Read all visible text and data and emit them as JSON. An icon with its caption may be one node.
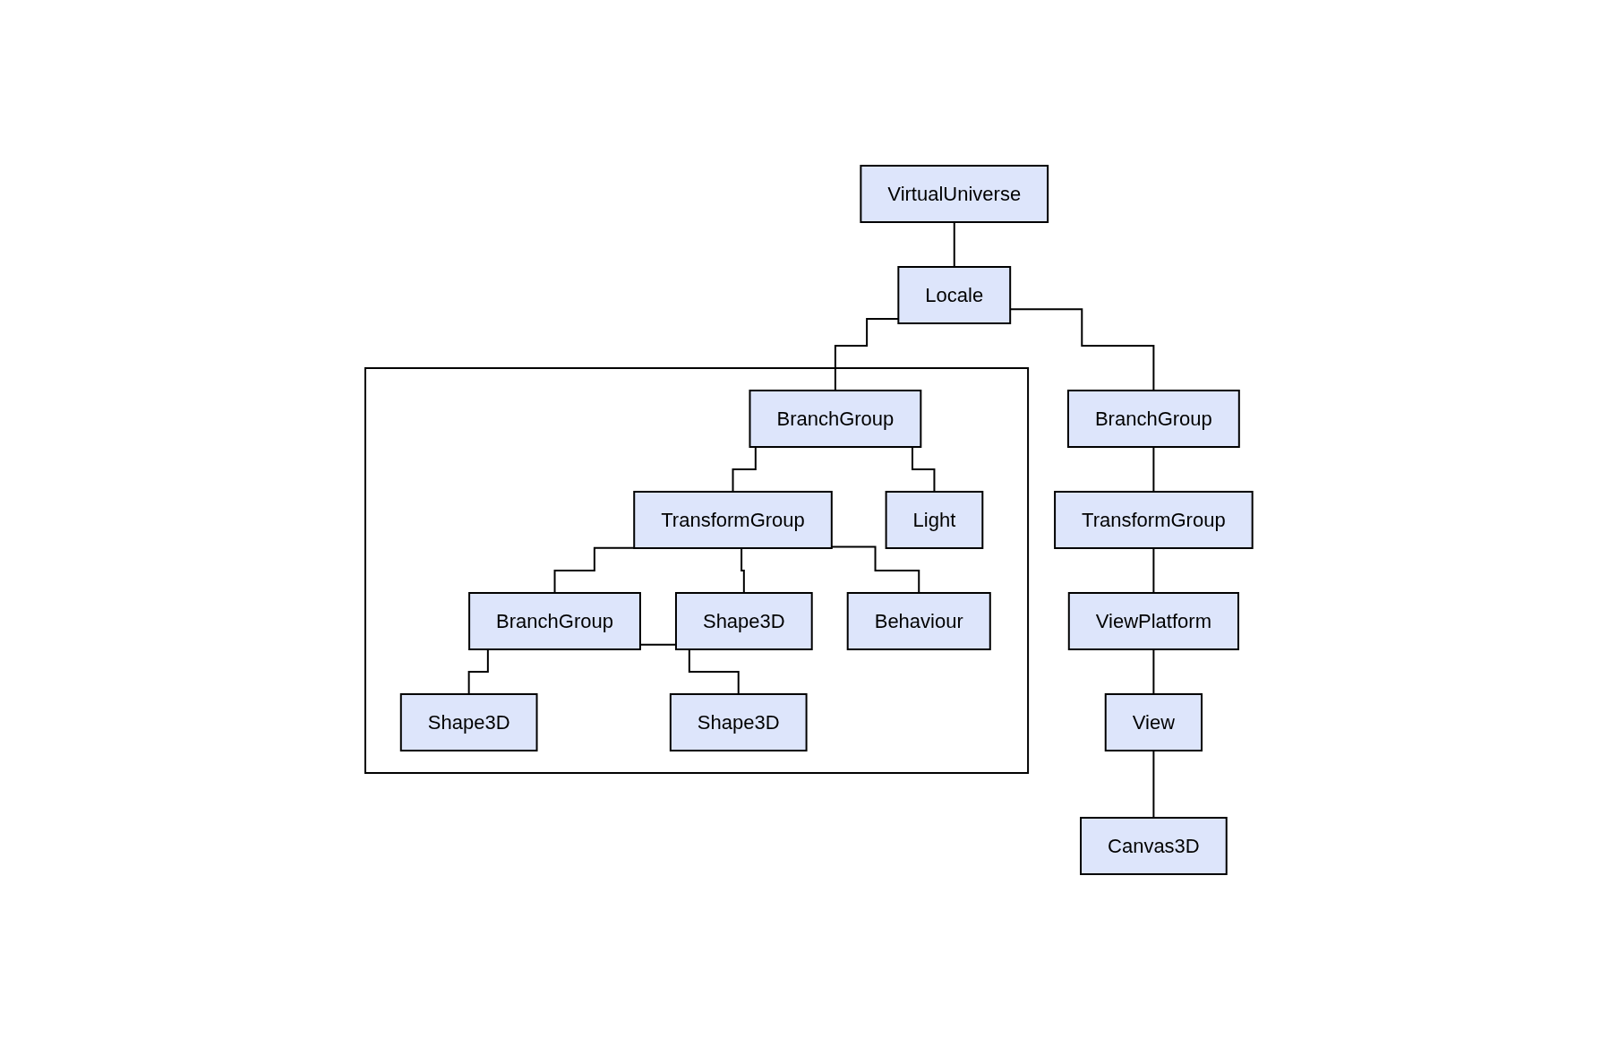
{
  "diagram": {
    "nodes": [
      {
        "text": [
          "VirtualUniverse"
        ]
      },
      {
        "text": [
          "Locale"
        ]
      },
      {
        "text": [],
        "shape": "box"
      },
      {
        "text": [
          "BranchGroup"
        ],
        "in": 2
      },
      {
        "text": [
          "BranchGroup"
        ]
      },
      {
        "text": [
          "TransformGroup"
        ],
        "in": 2
      },
      {
        "text": [
          "Light"
        ],
        "in": 2
      },
      {
        "text": [
          "TransformGroup"
        ]
      },
      {
        "text": [
          "BranchGroup"
        ],
        "in": 2
      },
      {
        "text": [
          "Shape3D"
        ],
        "in": 2
      },
      {
        "text": [
          "Behaviour"
        ],
        "in": 2
      },
      {
        "text": [
          "ViewPlatform"
        ]
      },
      {
        "text": [
          "Shape3D"
        ],
        "in": 2
      },
      {
        "text": [
          "Shape3D"
        ],
        "in": 2
      },
      {
        "text": [
          "View"
        ]
      },
      {
        "text": [
          "Canvas3D"
        ]
      }
    ],
    "edges": [
      {
        "from": 0,
        "to": 1,
        "arrow": "none"
      },
      {
        "from": 1,
        "to": 3,
        "arrow": "none"
      },
      {
        "from": 1,
        "to": 4,
        "arrow": "none"
      },
      {
        "from": 3,
        "to": 5,
        "arrow": "none"
      },
      {
        "from": 3,
        "to": 6,
        "arrow": "none"
      },
      {
        "from": 4,
        "to": 7,
        "arrow": "none"
      },
      {
        "from": 5,
        "to": 8,
        "arrow": "none"
      },
      {
        "from": 5,
        "to": 9,
        "arrow": "none"
      },
      {
        "from": 5,
        "to": 10,
        "arrow": "none"
      },
      {
        "from": 7,
        "to": 11,
        "arrow": "none"
      },
      {
        "from": 8,
        "to": 12,
        "arrow": "none"
      },
      {
        "from": 8,
        "to": 13,
        "arrow": "none"
      },
      {
        "from": 11,
        "to": 14,
        "arrow": "none"
      },
      {
        "from": 14,
        "to": 15,
        "arrow": "none"
      }
    ]
  }
}
